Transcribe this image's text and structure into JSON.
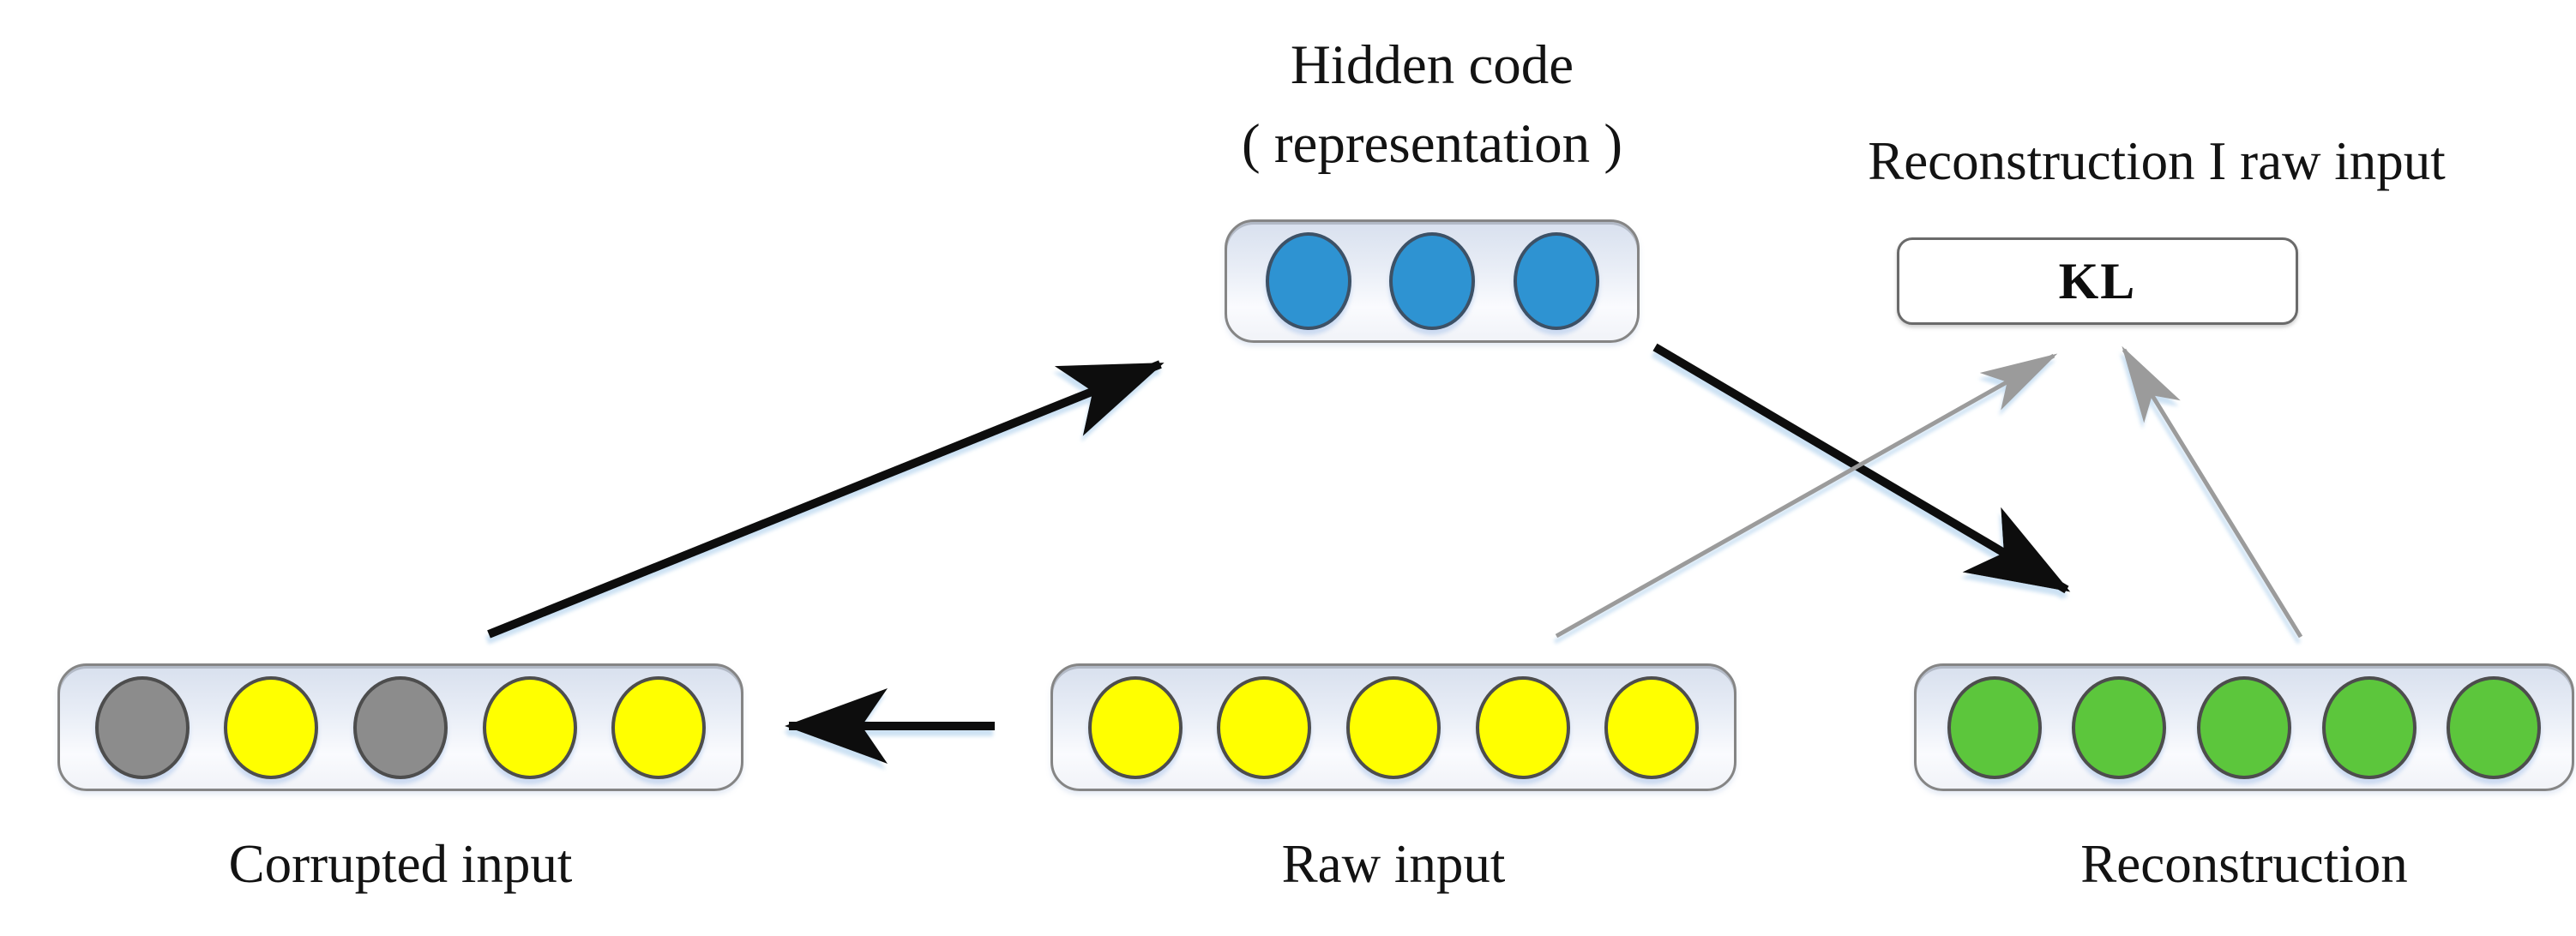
{
  "diagram": {
    "hidden": {
      "title_line1": "Hidden code",
      "title_line2": "( representation )",
      "units": [
        "blue",
        "blue",
        "blue"
      ]
    },
    "kl": {
      "caption": "Reconstruction I raw input",
      "label": "KL"
    },
    "corrupted": {
      "label": "Corrupted input",
      "units": [
        "gray",
        "yellow",
        "gray",
        "yellow",
        "yellow"
      ]
    },
    "raw": {
      "label": "Raw input",
      "units": [
        "yellow",
        "yellow",
        "yellow",
        "yellow",
        "yellow"
      ]
    },
    "reconstruction": {
      "label": "Reconstruction",
      "units": [
        "green",
        "green",
        "green",
        "green",
        "green"
      ]
    }
  },
  "colors": {
    "blue": "#2e93d2",
    "yellow": "#ffff00",
    "gray": "#8c8c8c",
    "green": "#5cc63c",
    "arrow_black": "#0b0b0b",
    "arrow_gray": "#9b9b9b",
    "box_border": "#858585"
  }
}
